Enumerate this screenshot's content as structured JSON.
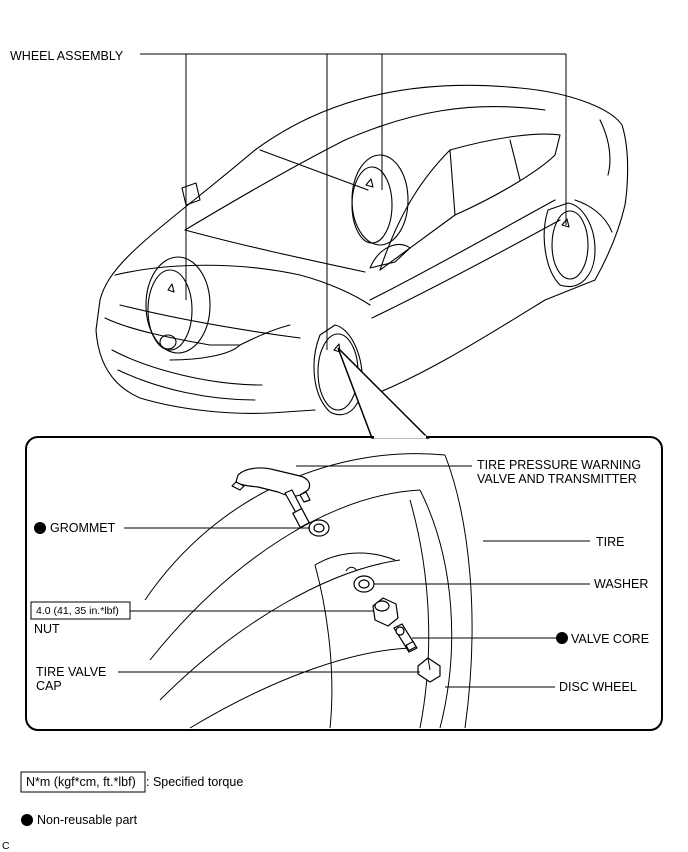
{
  "labels": {
    "wheel_assembly": "WHEEL ASSEMBLY",
    "tpms_line1": "TIRE PRESSURE WARNING",
    "tpms_line2": "VALVE AND TRANSMITTER",
    "grommet": "GROMMET",
    "tire": "TIRE",
    "washer": "WASHER",
    "torque": "4.0 (41, 35 in.*lbf)",
    "nut": "NUT",
    "valve_core": "VALVE CORE",
    "cap_line1": "TIRE VALVE",
    "cap_line2": "CAP",
    "disc_wheel": "DISC WHEEL"
  },
  "legend": {
    "torque_box": "N*m (kgf*cm, ft.*lbf)",
    "torque_text": ": Specified torque",
    "nonreusable_text": "Non-reusable part"
  },
  "corner_code": "C"
}
